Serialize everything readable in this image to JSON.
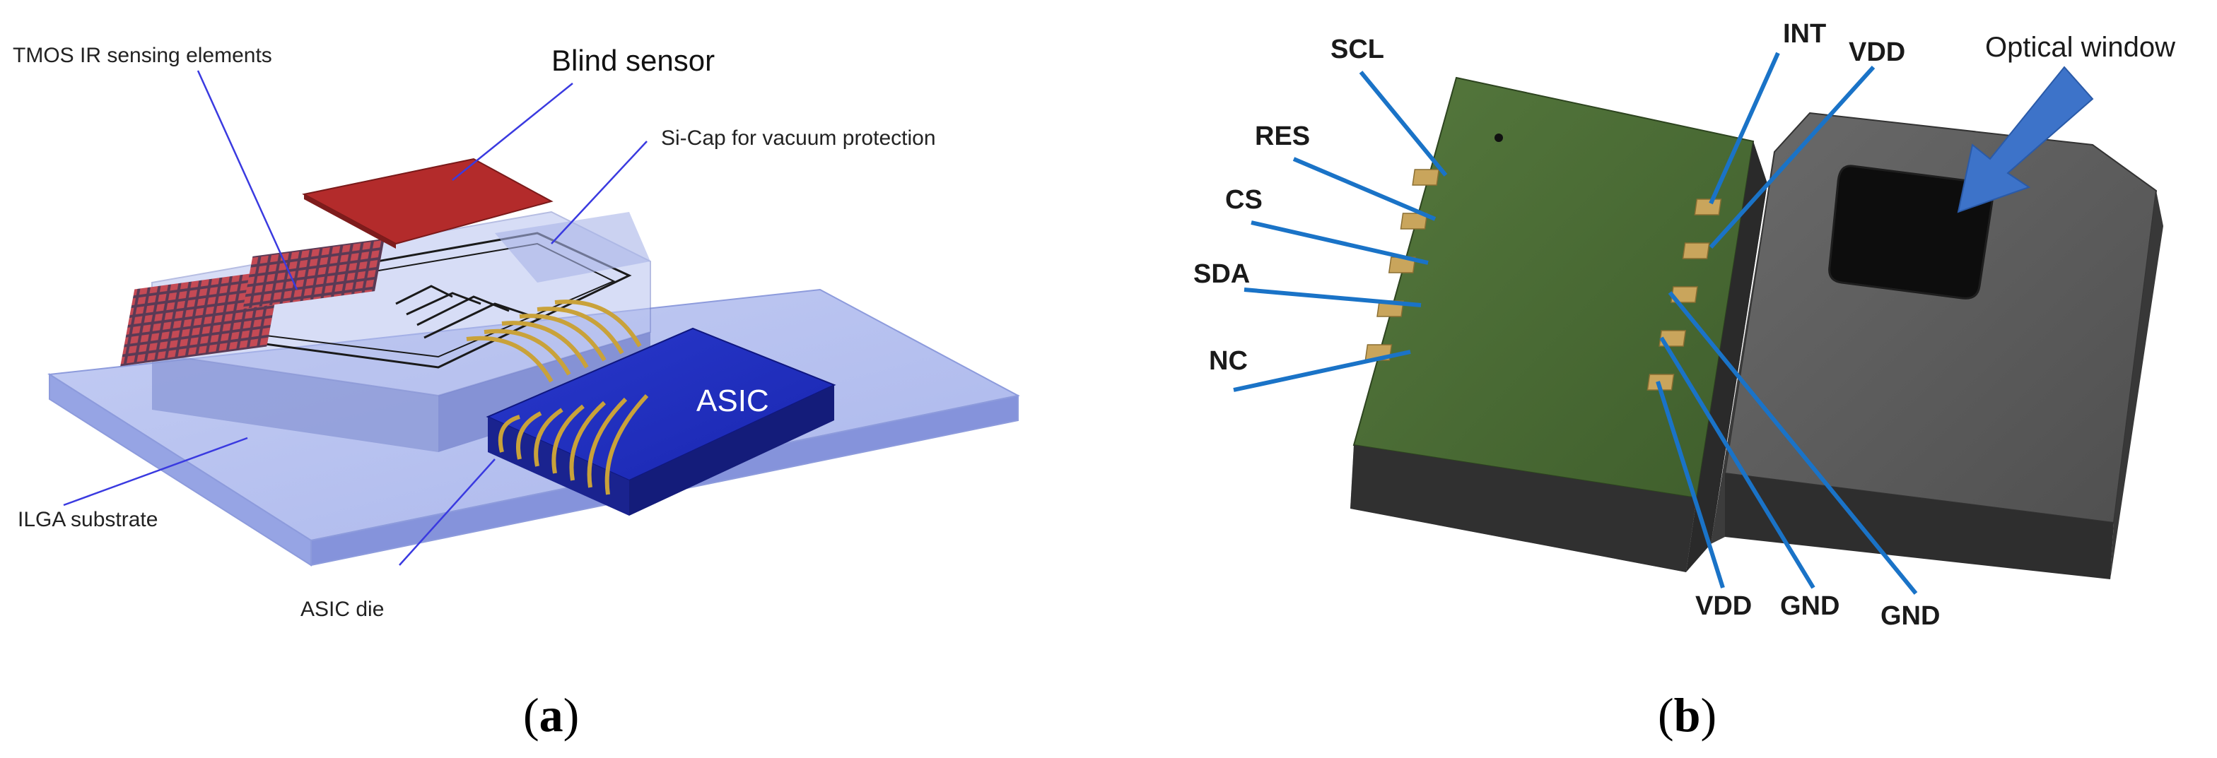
{
  "panel_a": {
    "caption_open": "(",
    "caption_letter": "a",
    "caption_close": ")",
    "labels": {
      "tmos": "TMOS IR sensing elements",
      "blind": "Blind sensor",
      "sicap": "Si-Cap for vacuum protection",
      "asic": "ASIC",
      "ilga": "ILGA substrate",
      "asic_die": "ASIC die"
    }
  },
  "panel_b": {
    "caption_open": "(",
    "caption_letter": "b",
    "caption_close": ")",
    "pins_left": [
      "SCL",
      "RES",
      "CS",
      "SDA",
      "NC"
    ],
    "pins_top_right": [
      "INT",
      "VDD"
    ],
    "pins_bottom": [
      "VDD",
      "GND",
      "GND"
    ],
    "optical_window": "Optical window"
  },
  "colors": {
    "substrate": "#aab8ee",
    "asic": "#1f2fbf",
    "blind_sensor": "#b32b2b",
    "pcb_green": "#4a6b35",
    "pads": "#c9a55c",
    "leader_b": "#1a73c7",
    "leader_a": "#3a3ae0"
  }
}
